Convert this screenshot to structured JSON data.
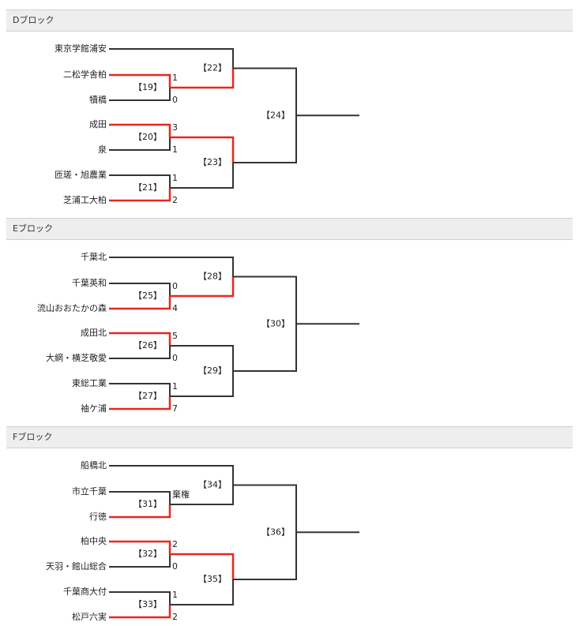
{
  "blocks": [
    {
      "title": "Dブロック",
      "teams": [
        "東京学館浦安",
        "二松学舎柏",
        "犢橋",
        "成田",
        "泉",
        "匝瑳・旭農業",
        "芝浦工大柏"
      ],
      "matches": {
        "m1": {
          "label": "【19】",
          "scoreTop": "1",
          "scoreBottom": "0",
          "winner": "top"
        },
        "m2": {
          "label": "【20】",
          "scoreTop": "3",
          "scoreBottom": "1",
          "winner": "top"
        },
        "m3": {
          "label": "【21】",
          "scoreTop": "1",
          "scoreBottom": "2",
          "winner": "bottom"
        },
        "r2a": {
          "label": "【22】",
          "winner": "bottom"
        },
        "r2b": {
          "label": "【23】",
          "winner": "top"
        },
        "final": {
          "label": "【24】"
        }
      }
    },
    {
      "title": "Eブロック",
      "teams": [
        "千葉北",
        "千葉英和",
        "流山おおたかの森",
        "成田北",
        "大網・横芝敬愛",
        "東総工業",
        "袖ケ浦"
      ],
      "matches": {
        "m1": {
          "label": "【25】",
          "scoreTop": "0",
          "scoreBottom": "4",
          "winner": "bottom"
        },
        "m2": {
          "label": "【26】",
          "scoreTop": "5",
          "scoreBottom": "0",
          "winner": "top"
        },
        "m3": {
          "label": "【27】",
          "scoreTop": "1",
          "scoreBottom": "7",
          "winner": "bottom"
        },
        "r2a": {
          "label": "【28】",
          "winner": "bottom"
        },
        "r2b": {
          "label": "【29】",
          "winner": "none"
        },
        "final": {
          "label": "【30】"
        }
      }
    },
    {
      "title": "Fブロック",
      "teams": [
        "船橋北",
        "市立千葉",
        "行徳",
        "柏中央",
        "天羽・館山総合",
        "千葉商大付",
        "松戸六実"
      ],
      "matches": {
        "m1": {
          "label": "【31】",
          "scoreTop": "棄権",
          "scoreBottom": "",
          "winner": "bottom"
        },
        "m2": {
          "label": "【32】",
          "scoreTop": "2",
          "scoreBottom": "0",
          "winner": "top"
        },
        "m3": {
          "label": "【33】",
          "scoreTop": "1",
          "scoreBottom": "2",
          "winner": "bottom"
        },
        "r2a": {
          "label": "【34】",
          "winner": "none"
        },
        "r2b": {
          "label": "【35】",
          "winner": "top"
        },
        "final": {
          "label": "【36】"
        }
      }
    }
  ],
  "colors": {
    "winner_line": "#e8261f",
    "line": "#333333",
    "header_bg": "#eeeeee"
  }
}
